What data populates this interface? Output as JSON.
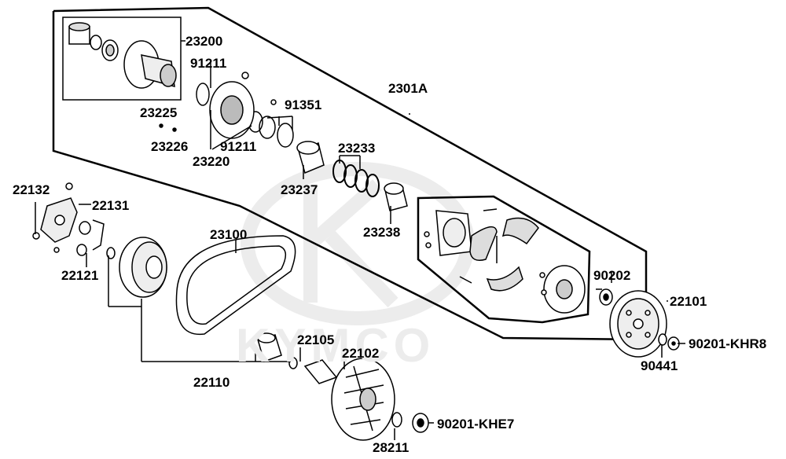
{
  "watermark": "KYMCO",
  "colors": {
    "line": "#000000",
    "part_fill": "#ffffff",
    "part_shade": "#9a9a9a",
    "dark": "#444444",
    "watermark": "#ececec"
  },
  "labels": {
    "p23200": "23200",
    "p91211a": "91211",
    "p2301A": "2301A",
    "p91351": "91351",
    "p23225": "23225",
    "p23226": "23226",
    "p91211b": "91211",
    "p23220": "23220",
    "p23233": "23233",
    "p22132": "22132",
    "p22131": "22131",
    "p23237": "23237",
    "p23238": "23238",
    "p23100": "23100",
    "p22121": "22121",
    "p90202": "90202",
    "p22101": "22101",
    "p22105": "22105",
    "p22102": "22102",
    "p90201KHR8": "90201-KHR8",
    "p90441": "90441",
    "p22110": "22110",
    "p90201KHE7": "90201-KHE7",
    "p28211": "28211"
  }
}
